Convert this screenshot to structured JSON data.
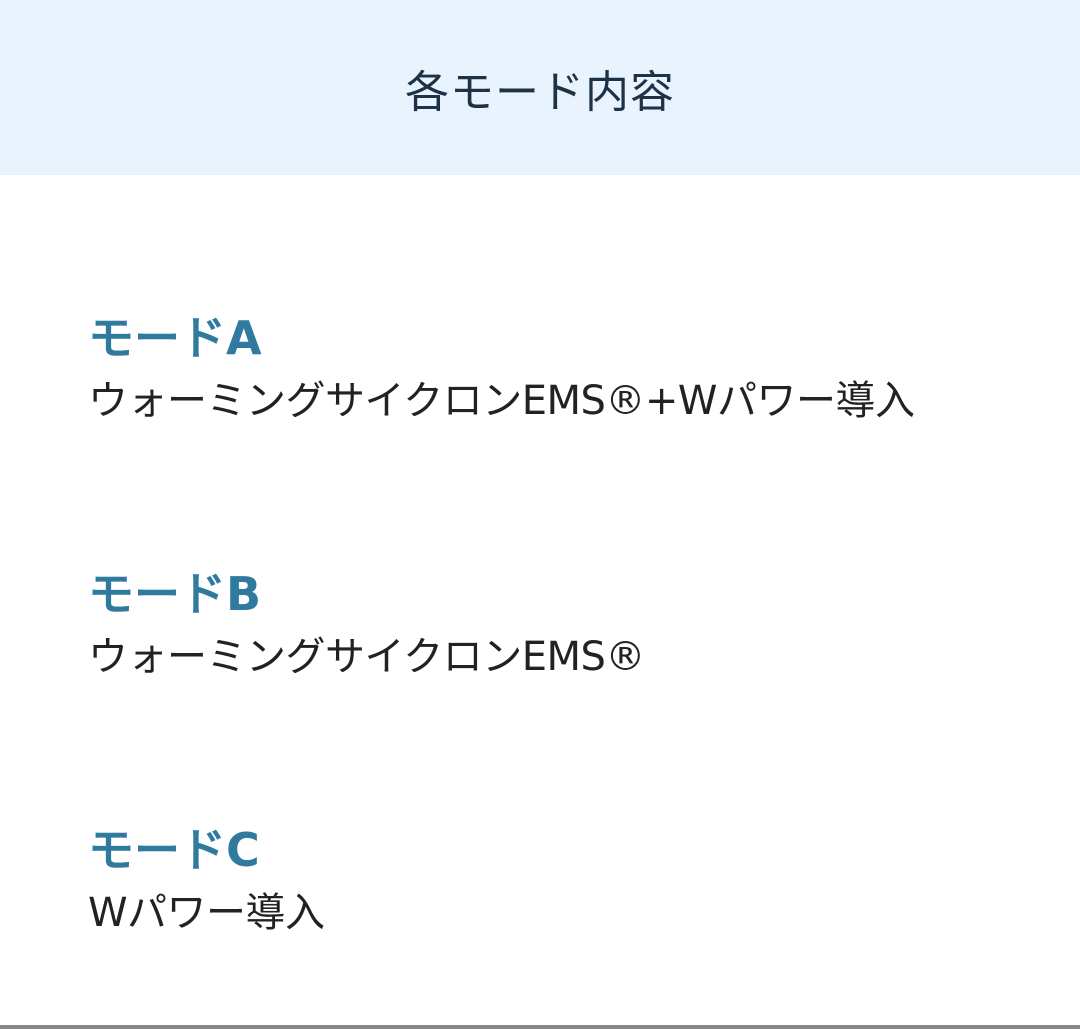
{
  "header": {
    "title": "各モード内容"
  },
  "modes": [
    {
      "name": "モードA",
      "description": "ウォーミングサイクロンEMS®+Wパワー導入"
    },
    {
      "name": "モードB",
      "description": "ウォーミングサイクロンEMS®"
    },
    {
      "name": "モードC",
      "description": "Wパワー導入"
    }
  ],
  "colors": {
    "header_bg": "#e8f3fd",
    "mode_name": "#2f7a9e",
    "text": "#222222"
  }
}
